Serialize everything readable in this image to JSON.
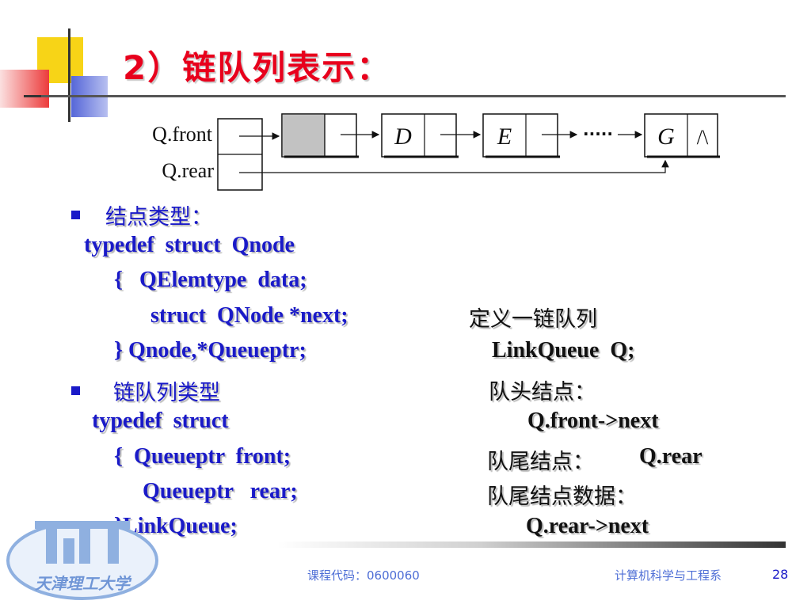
{
  "slide": {
    "title": "2）链队列表示：",
    "diagram": {
      "front_label": "Q.front",
      "rear_label": "Q.rear",
      "nodes": [
        "",
        "D",
        "E",
        "G"
      ],
      "null_symbol": "/\\",
      "ellipsis": "·····"
    },
    "sections": [
      {
        "heading": "结点类型：",
        "code": [
          "typedef  struct  Qnode",
          "{   QElemtype  data;",
          "struct  QNode *next;",
          "} Qnode,*Queueptr;"
        ]
      },
      {
        "heading": "链队列类型",
        "code": [
          "typedef  struct",
          "{  Queueptr  front;",
          "Queueptr   rear;",
          "}LinkQueue;"
        ]
      }
    ],
    "notes": {
      "define": "定义一链队列",
      "decl": "LinkQueue  Q;",
      "head_label": "队头结点：",
      "head_expr": "Q.front->next",
      "tail_label": "队尾结点：",
      "tail_expr": "Q.rear",
      "tail_data_label": "队尾结点数据：",
      "tail_data_expr": "Q.rear->next"
    }
  },
  "footer": {
    "course_code": "课程代码：0600060",
    "department": "计算机科学与工程系",
    "page_number": "28"
  },
  "logo": {
    "text": "天津理工大学"
  },
  "colors": {
    "title": "#e8001c",
    "code": "#1a1ac8",
    "footer": "#4f6fd6",
    "accent_yellow": "#f7d417",
    "accent_red": "#ec3b3b",
    "accent_blue": "#5566d8"
  }
}
